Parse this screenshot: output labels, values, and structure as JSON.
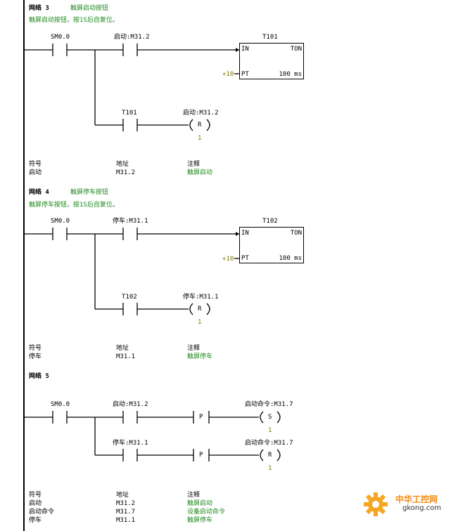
{
  "networks": [
    {
      "title": "网络 3",
      "subtitle": "触屏启动按钮",
      "comment": "触屏启动按钮，按1S后自复位。",
      "rung1": {
        "contact1": "SM0.0",
        "contact2": "启动:M31.2",
        "timer": {
          "name": "T101",
          "in": "IN",
          "type": "TON",
          "pt_label": "PT",
          "preset": "+10",
          "unit": "100 ms"
        }
      },
      "rung2": {
        "contact": "T101",
        "coil_name": "启动:M31.2",
        "coil_type": "R",
        "coil_count": "1"
      },
      "symbols": {
        "headers": {
          "symbol": "符号",
          "address": "地址",
          "comment": "注释"
        },
        "rows": [
          {
            "symbol": "启动",
            "address": "M31.2",
            "comment": "触屏启动"
          }
        ]
      }
    },
    {
      "title": "网络 4",
      "subtitle": "触屏停车按钮",
      "comment": "触屏停车按钮，按1S后自复位。",
      "rung1": {
        "contact1": "SM0.0",
        "contact2": "停车:M31.1",
        "timer": {
          "name": "T102",
          "in": "IN",
          "type": "TON",
          "pt_label": "PT",
          "preset": "+10",
          "unit": "100 ms"
        }
      },
      "rung2": {
        "contact": "T102",
        "coil_name": "停车:M31.1",
        "coil_type": "R",
        "coil_count": "1"
      },
      "symbols": {
        "headers": {
          "symbol": "符号",
          "address": "地址",
          "comment": "注释"
        },
        "rows": [
          {
            "symbol": "停车",
            "address": "M31.1",
            "comment": "触屏停车"
          }
        ]
      }
    },
    {
      "title": "网络 5",
      "rung1": {
        "contact1": "SM0.0",
        "contact2": "启动:M31.2",
        "edge": "P",
        "coil_name": "启动命令:M31.7",
        "coil_type": "S",
        "coil_count": "1"
      },
      "rung2": {
        "contact": "停车:M31.1",
        "edge": "P",
        "coil_name": "启动命令:M31.7",
        "coil_type": "R",
        "coil_count": "1"
      },
      "symbols": {
        "headers": {
          "symbol": "符号",
          "address": "地址",
          "comment": "注释"
        },
        "rows": [
          {
            "symbol": "启动",
            "address": "M31.2",
            "comment": "触屏启动"
          },
          {
            "symbol": "启动命令",
            "address": "M31.7",
            "comment": "设备启动命令"
          },
          {
            "symbol": "停车",
            "address": "M31.1",
            "comment": "触屏停车"
          }
        ]
      }
    }
  ],
  "watermark": {
    "brand": "中华工控网",
    "url": "gkong.com"
  },
  "colors": {
    "comment_green": "#1f8a1f",
    "preset_olive": "#7a7a00",
    "logo_orange": "#f08a10"
  }
}
